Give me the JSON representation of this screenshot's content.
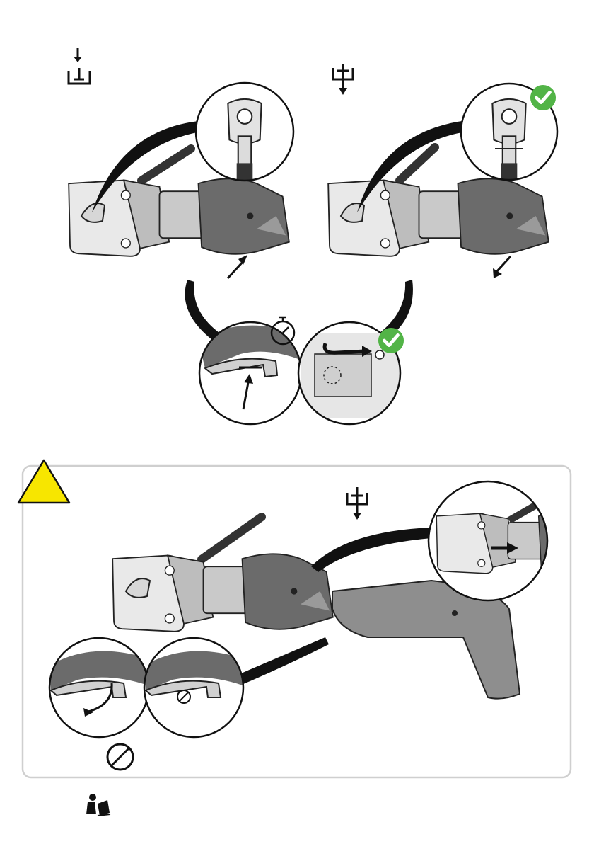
{
  "colors": {
    "warning_yellow": "#f7e600",
    "check_green": "#52b447",
    "panel_border": "#cfcfcf",
    "tool_dark": "#6b6b6b",
    "tool_mid": "#9a9a9a",
    "tool_light": "#d9d9d9",
    "outline": "#222222"
  },
  "icons": {
    "insert_terminal": "insert-terminal-icon",
    "release_terminal": "release-terminal-icon",
    "check": "check-icon",
    "stopwatch": "stopwatch-icon",
    "prohibited": "prohibited-icon",
    "warning": "warning-triangle-icon",
    "read_manual": "read-manual-icon"
  },
  "steps": {
    "step1": {
      "action": "crimp",
      "trigger": "press",
      "result_ok": true
    },
    "step2": {
      "action": "release",
      "trigger": "release",
      "result_ok": true
    }
  },
  "warning_section": {
    "trigger_forced": "prohibited",
    "result": "prohibited"
  }
}
